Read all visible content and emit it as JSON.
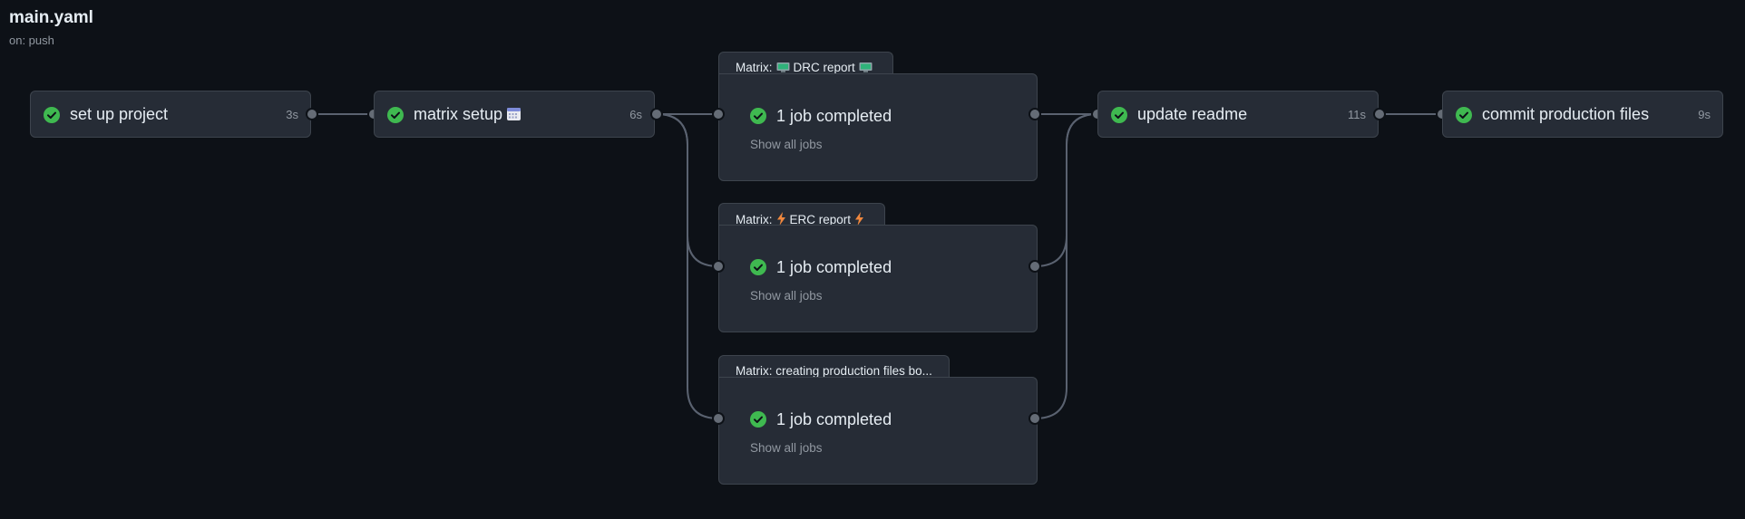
{
  "workflow": {
    "title": "main.yaml",
    "trigger": "on: push"
  },
  "jobs": [
    {
      "name": "set up project",
      "duration": "3s",
      "status_icon": "check-circle-icon"
    },
    {
      "name": "matrix setup",
      "duration": "6s",
      "status_icon": "check-circle-icon",
      "emoji": "calendar-icon"
    },
    {
      "name": "update readme",
      "duration": "11s",
      "status_icon": "check-circle-icon"
    },
    {
      "name": "commit production files",
      "duration": "9s",
      "status_icon": "check-circle-icon"
    }
  ],
  "matrix_groups": [
    {
      "prefix": "Matrix:",
      "label": "DRC report",
      "emoji": "computer-screen-icon",
      "summary": "1 job completed",
      "link": "Show all jobs"
    },
    {
      "prefix": "Matrix:",
      "label": "ERC report",
      "emoji": "lightning-bolt-icon",
      "summary": "1 job completed",
      "link": "Show all jobs"
    },
    {
      "prefix": "Matrix:",
      "label": "creating production files bo...",
      "summary": "1 job completed",
      "link": "Show all jobs"
    }
  ],
  "colors": {
    "background": "#0d1117",
    "card": "#262c36",
    "border": "#3d444d",
    "success": "#3fb950",
    "connector": "#656c76",
    "muted_text": "#9198a1"
  }
}
